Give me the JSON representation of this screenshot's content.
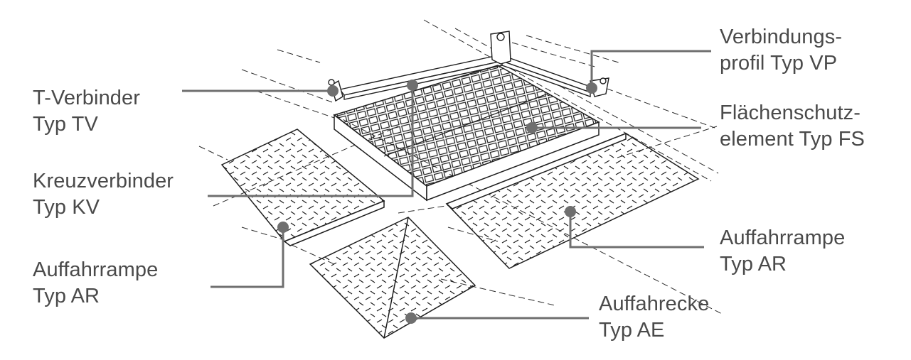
{
  "callouts": {
    "t_verbinder": {
      "line1": "T-Verbinder",
      "line2": "Typ TV"
    },
    "kreuzverbinder": {
      "line1": "Kreuzverbinder",
      "line2": "Typ KV"
    },
    "auffahrrampe_left": {
      "line1": "Auffahrrampe",
      "line2": "Typ AR"
    },
    "verbindungsprofil": {
      "line1": "Verbindungs-",
      "line2": "profil Typ VP"
    },
    "flaechenschutz": {
      "line1": "Flächenschutz-",
      "line2": "element Typ FS"
    },
    "auffahrrampe_right": {
      "line1": "Auffahrrampe",
      "line2": "Typ AR"
    },
    "auffahrecke": {
      "line1": "Auffahrecke",
      "line2": "Typ AE"
    }
  },
  "colors": {
    "leader": "#6f6f6f",
    "label_text": "#4a4a4a",
    "drawing": "#1e1e1e"
  }
}
